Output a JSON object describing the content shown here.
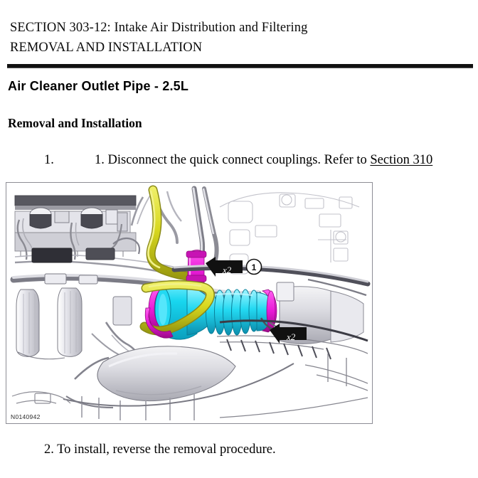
{
  "document": {
    "header_line1": "SECTION 303-12: Intake Air Distribution and Filtering",
    "header_line2": "REMOVAL AND INSTALLATION",
    "part_title": "Air Cleaner Outlet Pipe - 2.5L",
    "section_title": "Removal and Installation"
  },
  "steps": {
    "step1": {
      "marker": "1.",
      "number": "1.",
      "text_before_link": "Disconnect the quick connect couplings. Refer to",
      "link_text": "Section 310"
    },
    "step2": {
      "text": "2. To install, reverse the removal procedure."
    }
  },
  "figure": {
    "id": "N0140942",
    "callouts": [
      {
        "name": "callout-x2-upper",
        "label": "x2"
      },
      {
        "name": "callout-index-1",
        "label": "1"
      },
      {
        "name": "callout-x2-lower",
        "label": "x2"
      }
    ],
    "colors": {
      "highlight_cyan": "#18d6ef",
      "highlight_cyan_dark": "#0aa8c4",
      "highlight_magenta": "#e81ad6",
      "highlight_magenta_dark": "#b01098",
      "highlight_yellow": "#d9d91f",
      "highlight_yellow_dark": "#a8a814",
      "line_art_dark": "#4a4a4f",
      "line_art_mid": "#8e8e95",
      "line_art_light": "#c9c9d0",
      "callout_fill": "#111111",
      "border": "#8d8d95"
    }
  }
}
